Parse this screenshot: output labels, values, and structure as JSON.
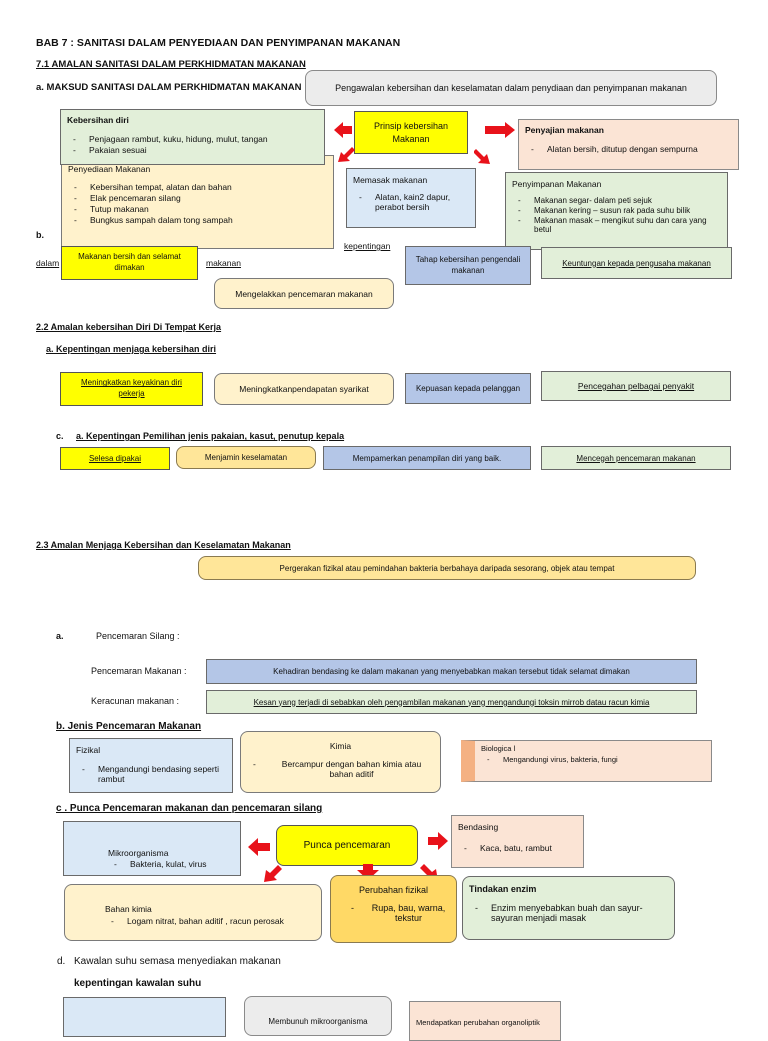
{
  "title": "BAB 7  : SANITASI DALAM PENYEDIAAN DAN PENYIMPANAN MAKANAN",
  "s71": {
    "heading": "7.1 AMALAN SANITASI DALAM PERKHIDMATAN MAKANAN",
    "a_label": "a. MAKSUD SANITASI DALAM PERKHIDMATAN MAKANAN :",
    "a_def": "Pengawalan kebersihan dan keselamatan dalam penydiaan dan penyimpanan makanan",
    "center": "Prinsip kebersihan Makanan",
    "kebersihan_diri": {
      "title": "Kebersihan diri",
      "items": [
        "Penjagaan rambut, kuku, hidung, mulut, tangan",
        "Pakaian sesuai"
      ]
    },
    "penyediaan": {
      "title": "Penyediaan Makanan",
      "items": [
        "Kebersihan tempat, alatan dan bahan",
        "Elak pencemaran silang",
        "Tutup makanan",
        "Bungkus sampah dalam tong sampah"
      ]
    },
    "penyajian": {
      "title": "Penyajian makanan",
      "items": [
        "Alatan bersih, ditutup dengan sempurna"
      ]
    },
    "memasak": {
      "title": "Memasak makanan",
      "items": [
        "Alatan, kain2 dapur, perabot bersih"
      ]
    },
    "penyimpanan": {
      "title": "Penyimpanan  Makanan",
      "items": [
        "Makanan segar- dalam peti sejuk",
        "Makanan kering – susun rak pada suhu bilik",
        "Makanan masak – mengikut suhu dan cara yang betul"
      ]
    },
    "b_label": "b.",
    "kepentingan_fragment": "kepentingan",
    "dalam_fragment": "dalam",
    "makanan_fragment": "makanan",
    "b_boxes": [
      "Makanan bersih dan selamat dimakan",
      "Tahap kebersihan pengendali makanan",
      "Keuntungan kepada pengusaha makanan",
      "Mengelakkan pencemaran makanan"
    ]
  },
  "s22": {
    "heading": "2.2  Amalan kebersihan Diri Di Tempat Kerja",
    "a_label": "a. Kepentingan menjaga kebersihan diri",
    "a_boxes": [
      "Meningkatkan keyakinan diri pekerja",
      "Meningkatkanpendapatan syarikat",
      "Kepuasan kepada pelanggan",
      "Pencegahan pelbagai penyakit"
    ],
    "c_prefix": "c.",
    "c_label": "a. Kepentingan Pemilihan jenis pakaian, kasut, penutup kepala",
    "c_boxes": [
      "Selesa dipakai",
      "Menjamin keselamatan",
      "Mempamerkan penampilan diri yang baik.",
      "Mencegah pencemaran makanan"
    ]
  },
  "s23": {
    "heading": "2.3 Amalan Menjaga Kebersihan dan Keselamatan Makanan",
    "def": "Pergerakan fizikal atau pemindahan bakteria berbahaya daripada sesorang, objek atau tempat",
    "a_prefix": "a.",
    "a_label": "Pencemaran Silang :",
    "pm_label": "Pencemaran Makanan :",
    "pm_def": "Kehadiran bendasing ke dalam makanan yang menyebabkan makan tersebut tidak selamat dimakan",
    "km_label": "Keracunan makanan :",
    "km_def": "Kesan yang terjadi di sebabkan oleh pengambilan makanan yang mengandungi toksin mirrob datau racun kimia",
    "b_label": "b.  Jenis Pencemaran Makanan",
    "fizikal": {
      "title": "Fizikal",
      "items": [
        "Mengandungi bendasing seperti rambut"
      ]
    },
    "kimia": {
      "title": "Kimia",
      "items": [
        "Bercampur dengan bahan kimia atau bahan aditif"
      ]
    },
    "biological": {
      "title": "Biologica l",
      "items": [
        "Mengandungi virus, bakteria, fungi"
      ]
    },
    "c_label": "c . Punca Pencemaran  makanan dan pencemaran silang",
    "center": "Punca pencemaran",
    "mikro": {
      "title": "Mikroorganisma",
      "items": [
        "Bakteria, kulat, virus"
      ]
    },
    "bendasing": {
      "title": "Bendasing",
      "items": [
        "Kaca, batu, rambut"
      ]
    },
    "bahan_kimia": {
      "title": "Bahan kimia",
      "items": [
        "Logam nitrat, bahan aditif , racun perosak"
      ]
    },
    "perubahan": {
      "title": "Perubahan fizikal",
      "items": [
        "Rupa, bau, warna, tekstur"
      ]
    },
    "enzim": {
      "title": "Tindakan enzim",
      "items": [
        "Enzim menyebabkan buah dan sayur-sayuran menjadi masak"
      ]
    },
    "d_prefix": "d.",
    "d_label": "Kawalan suhu semasa menyediakan makanan",
    "d_sub": "kepentingan kawalan suhu",
    "d_boxes": [
      "",
      "Membunuh mikroorganisma",
      "Mendapatkan perubahan organoliptik"
    ]
  },
  "colors": {
    "arrow": "#e8121a",
    "yellow": "#ffff00",
    "blue": "#b4c6e7",
    "green": "#e2efd9",
    "cream": "#fff2cc"
  }
}
